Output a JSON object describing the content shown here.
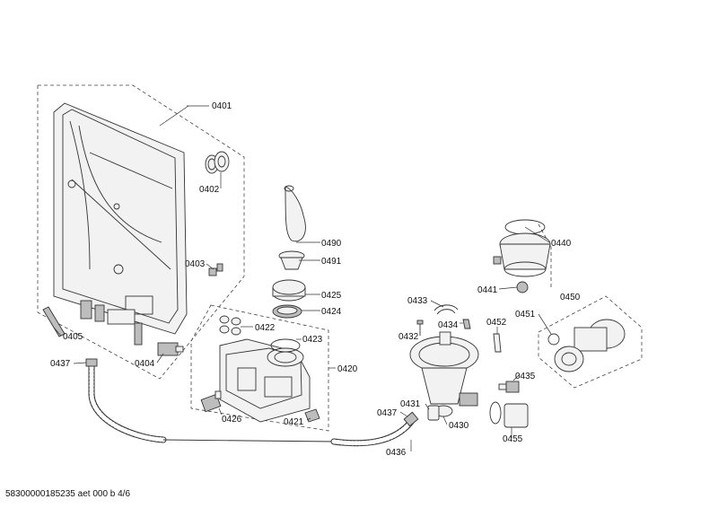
{
  "labels": {
    "p0401": "0401",
    "p0402": "0402",
    "p0403": "0403",
    "p0404": "0404",
    "p0405": "0405",
    "p0437a": "0437",
    "p0490": "0490",
    "p0491": "0491",
    "p0425": "0425",
    "p0424": "0424",
    "p0422": "0422",
    "p0423": "0423",
    "p0420": "0420",
    "p0426": "0426",
    "p0421": "0421",
    "p0433": "0433",
    "p0434": "0434",
    "p0432": "0432",
    "p0452": "0452",
    "p0440": "0440",
    "p0441": "0441",
    "p0450": "0450",
    "p0451": "0451",
    "p0435": "0435",
    "p0431": "0431",
    "p0437b": "0437",
    "p0430": "0430",
    "p0436": "0436",
    "p0455": "0455"
  },
  "footer": "58300000185235 aet 000 b 4/6"
}
